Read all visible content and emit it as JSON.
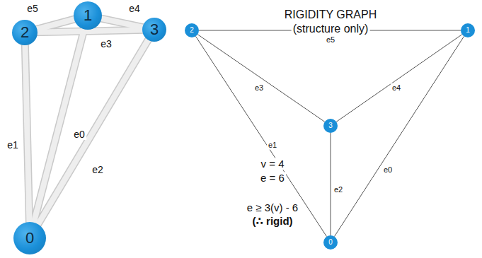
{
  "diagram": {
    "title": "RIGIDITY GRAPH",
    "nodes": [
      {
        "text": [
          "0"
        ]
      },
      {
        "text": [
          "1"
        ]
      },
      {
        "text": [
          "2"
        ]
      },
      {
        "text": [
          "3"
        ]
      },
      {
        "text": [
          "0"
        ]
      },
      {
        "text": [
          "1"
        ]
      },
      {
        "text": [
          "2"
        ]
      },
      {
        "text": [
          "3"
        ]
      }
    ],
    "edges": [
      {
        "from": 5,
        "to": 4,
        "arrow": "none",
        "label": "e0"
      },
      {
        "from": 6,
        "to": 4,
        "arrow": "none",
        "label": "e1"
      },
      {
        "from": 7,
        "to": 4,
        "arrow": "none",
        "label": "e2"
      },
      {
        "from": 6,
        "to": 7,
        "arrow": "none",
        "label": "e3"
      },
      {
        "from": 5,
        "to": 7,
        "arrow": "none",
        "label": "e4"
      },
      {
        "from": 6,
        "to": 5,
        "arrow": "none",
        "label": "e5"
      },
      {
        "from": 1,
        "to": 0,
        "arrow": "none",
        "label": "e0"
      },
      {
        "from": 2,
        "to": 0,
        "arrow": "none",
        "label": "e1"
      },
      {
        "from": 3,
        "to": 0,
        "arrow": "none",
        "label": "e2"
      },
      {
        "from": 2,
        "to": 3,
        "arrow": "none",
        "label": "e3"
      },
      {
        "from": 3,
        "to": 1,
        "arrow": "none",
        "label": "e4"
      },
      {
        "from": 2,
        "to": 1,
        "arrow": "none",
        "label": "e5"
      }
    ],
    "labels": [
      "(structure only)",
      "v = 4",
      "e = 6",
      "e ≥ 3(v) - 6",
      "(∴ rigid)"
    ]
  }
}
